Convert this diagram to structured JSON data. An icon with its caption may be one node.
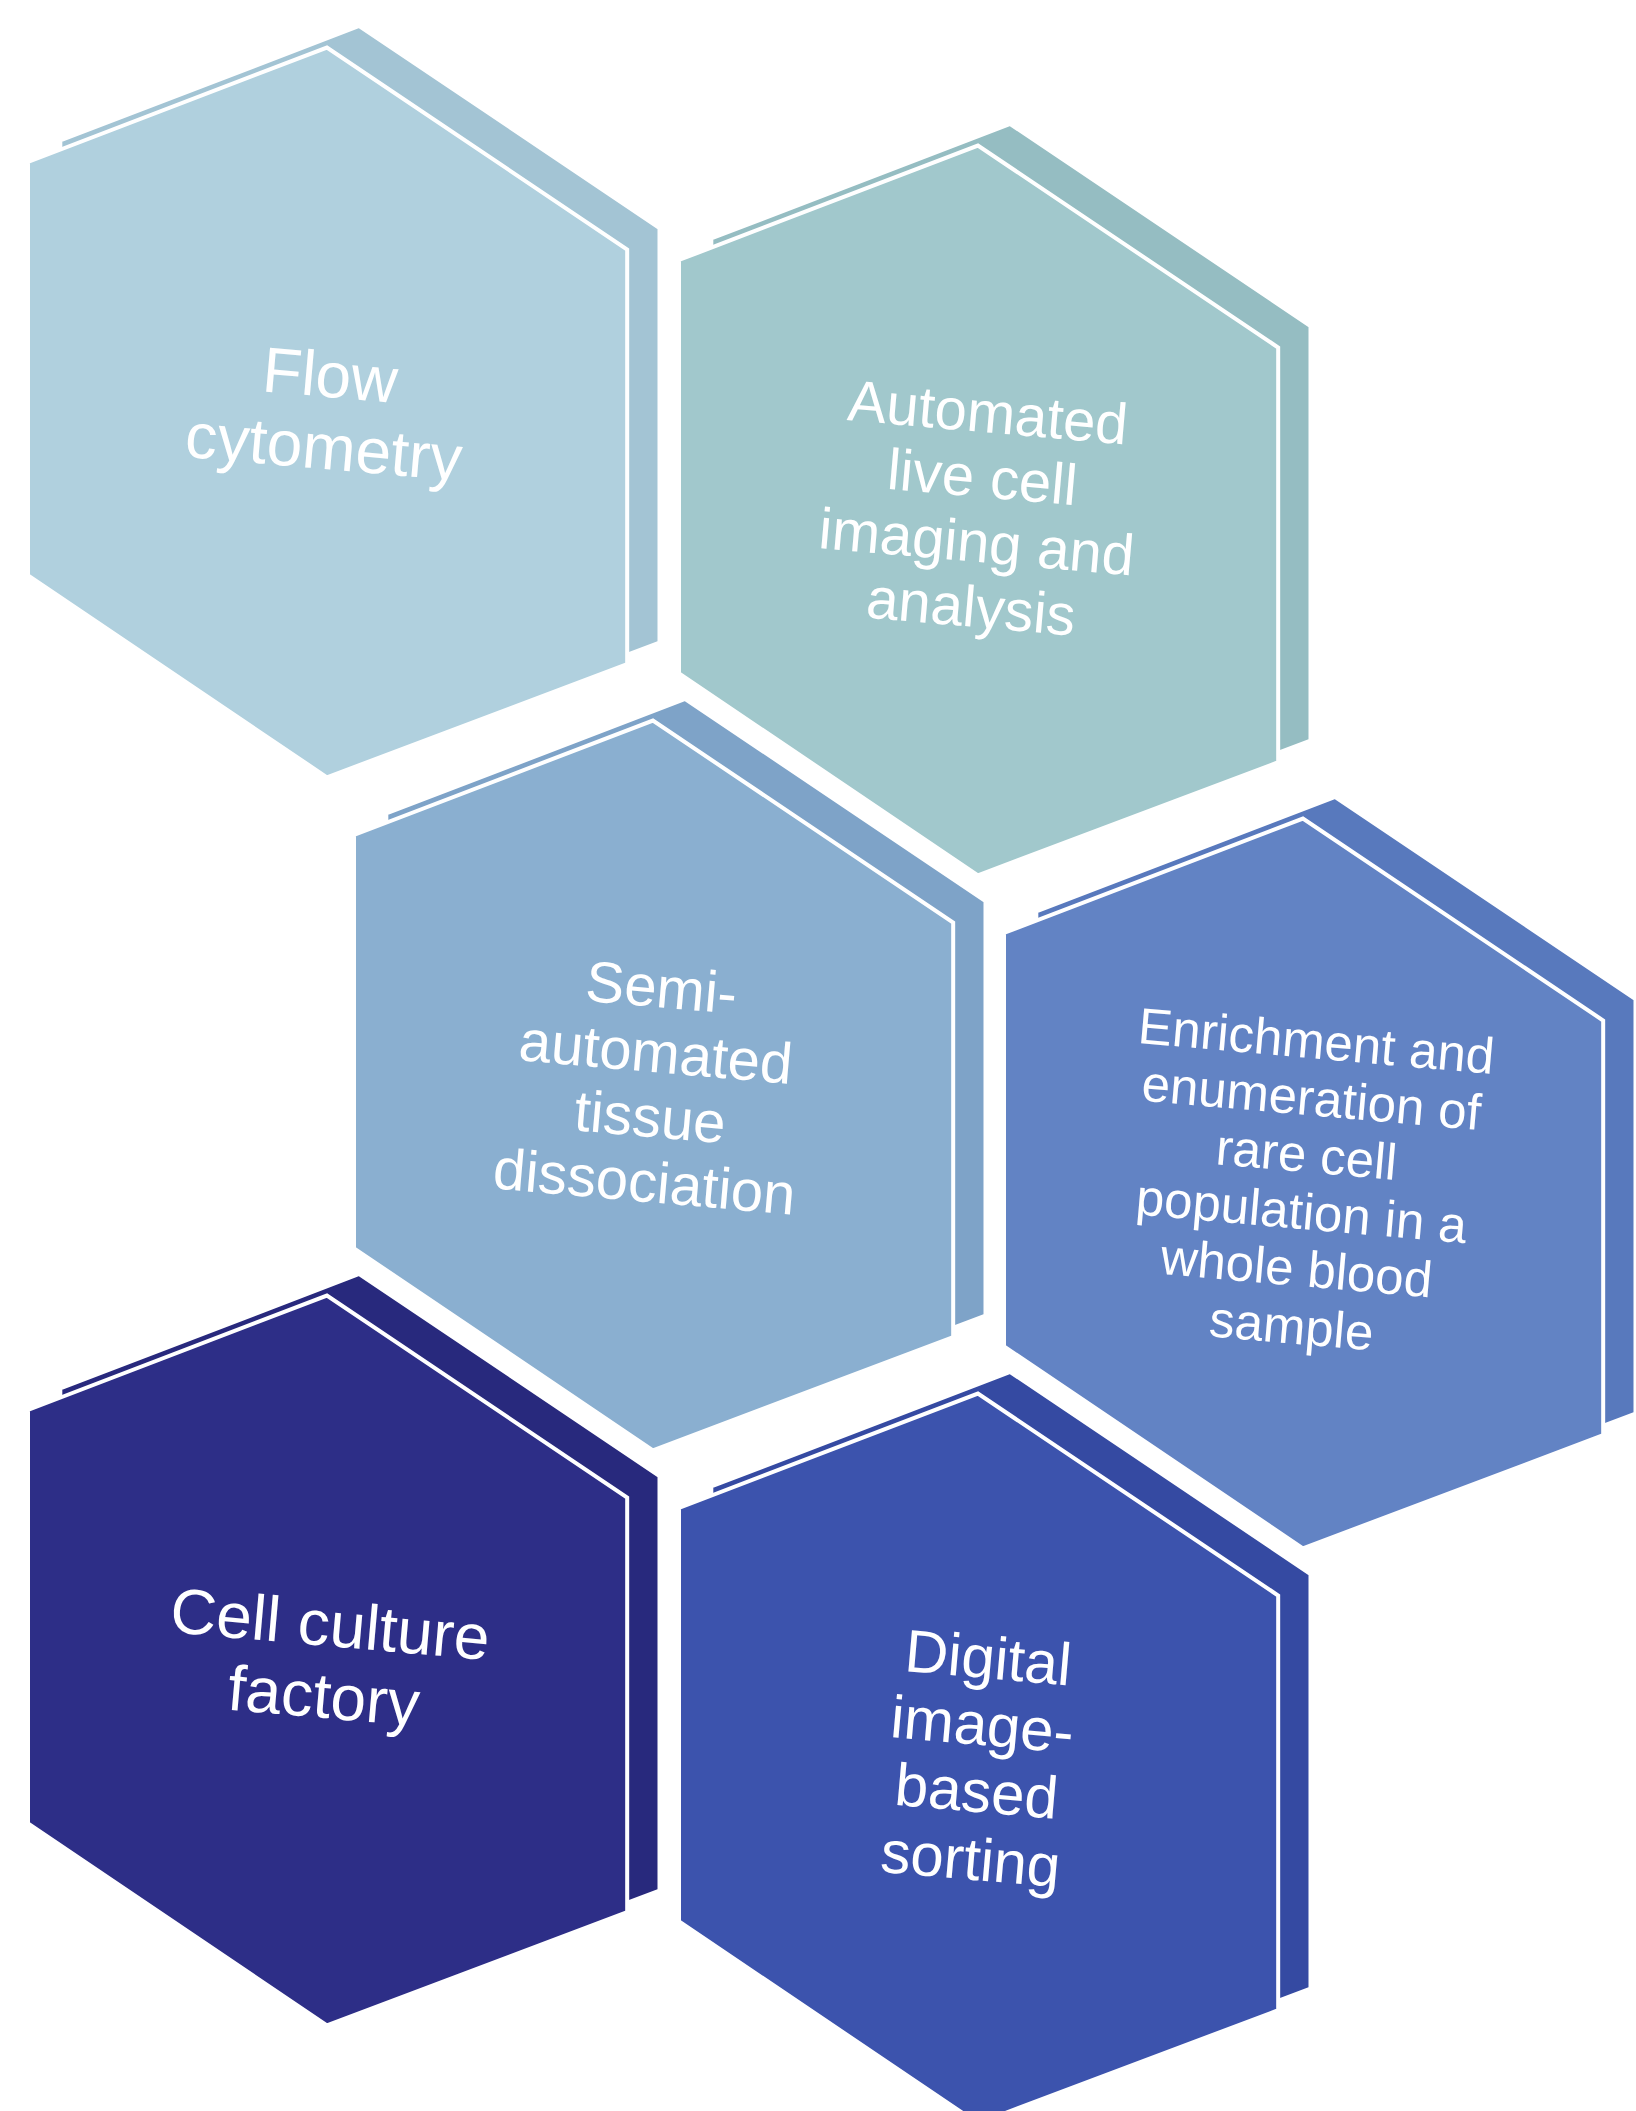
{
  "diagram": {
    "nodes": [
      {
        "text": [
          "Flow cytometry"
        ]
      },
      {
        "text": [
          "Automated live cell imaging and analysis"
        ]
      },
      {
        "text": [
          "Semi-automated tissue dissociation"
        ]
      },
      {
        "text": [
          "Enrichment and enumeration of rare cell population in a whole blood sample"
        ]
      },
      {
        "text": [
          "Cell culture factory"
        ]
      },
      {
        "text": [
          "Digital image-based sorting"
        ]
      }
    ]
  }
}
